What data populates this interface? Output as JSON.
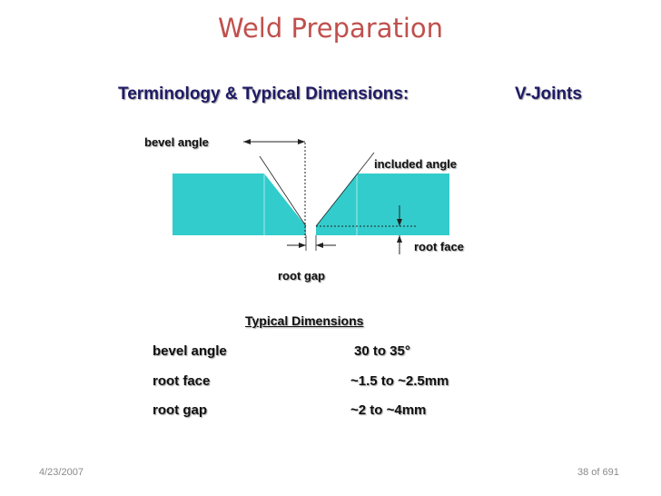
{
  "slide": {
    "title": "Weld Preparation",
    "subtitle_left": "Terminology & Typical Dimensions:",
    "subtitle_right": "V-Joints"
  },
  "diagram": {
    "labels": {
      "bevel_angle": "bevel angle",
      "included_angle": "included angle",
      "root_face": "root face",
      "root_gap": "root gap"
    },
    "plate_color": "#33cccc"
  },
  "typical_dimensions": {
    "heading": "Typical Dimensions",
    "rows": [
      {
        "name": "bevel angle",
        "value": "30 to 35°"
      },
      {
        "name": "root face",
        "value": "~1.5 to ~2.5mm"
      },
      {
        "name": "root gap",
        "value": "~2 to ~4mm"
      }
    ]
  },
  "footer": {
    "date": "4/23/2007",
    "page": "38 of 691"
  }
}
